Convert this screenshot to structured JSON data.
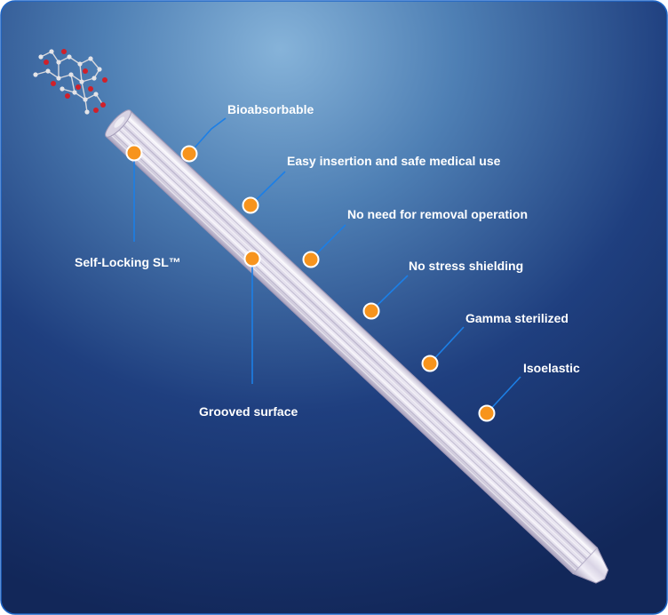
{
  "labels": {
    "bioabsorbable": "Bioabsorbable",
    "easy_insertion": "Easy insertion and safe medical use",
    "no_removal": "No need for removal operation",
    "self_locking": "Self-Locking SL™",
    "no_stress": "No stress shielding",
    "gamma": "Gamma sterilized",
    "isoelastic": "Isoelastic",
    "grooved": "Grooved surface"
  },
  "colors": {
    "background_dark": "#132a5c",
    "background_light": "#4e7fb4",
    "marker": "#f7941d",
    "leader_line": "#1c7fe6",
    "label_text": "#ffffff",
    "rod": "#e6e2ee",
    "molecule_oxygen": "#d0202a",
    "molecule_carbon": "#dcdcdc"
  }
}
